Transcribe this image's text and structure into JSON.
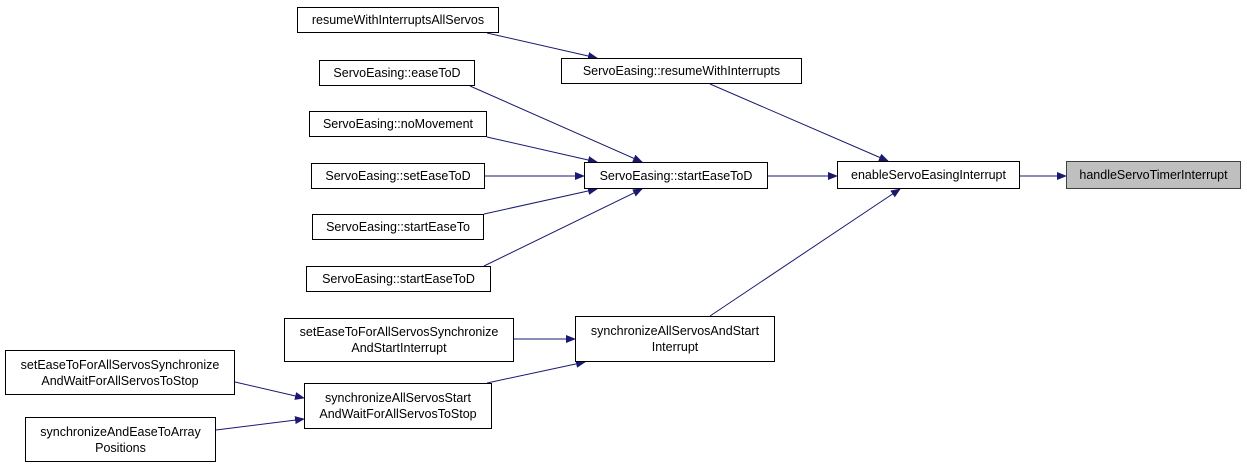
{
  "graph": {
    "edge_color": "#191970",
    "root_fill": "#bfbfbf",
    "nodes": {
      "resume_all": [
        "resumeWithInterruptsAllServos"
      ],
      "resume": [
        "ServoEasing::resumeWithInterrupts"
      ],
      "easeToD": [
        "ServoEasing::easeToD"
      ],
      "noMovement": [
        "ServoEasing::noMovement"
      ],
      "setEaseToD": [
        "ServoEasing::setEaseToD"
      ],
      "startEaseTo": [
        "ServoEasing::startEaseTo"
      ],
      "startEaseToD_caller": [
        "ServoEasing::startEaseToD"
      ],
      "startEaseToD": [
        "ServoEasing::startEaseToD"
      ],
      "enable": [
        "enableServoEasingInterrupt"
      ],
      "handle": [
        "handleServoTimerInterrupt"
      ],
      "setSyncInterrupt": [
        "setEaseToForAllServosSynchronize",
        "AndStartInterrupt"
      ],
      "syncStart": [
        "synchronizeAllServosAndStart",
        "Interrupt"
      ],
      "setSyncWait": [
        "setEaseToForAllServosSynchronize",
        "AndWaitForAllServosToStop"
      ],
      "syncWait": [
        "synchronizeAllServosStart",
        "AndWaitForAllServosToStop"
      ],
      "syncArray": [
        "synchronizeAndEaseToArray",
        "Positions"
      ]
    },
    "edges": [
      [
        "resume_all",
        "resume"
      ],
      [
        "resume",
        "enable"
      ],
      [
        "easeToD",
        "startEaseToD"
      ],
      [
        "noMovement",
        "startEaseToD"
      ],
      [
        "setEaseToD",
        "startEaseToD"
      ],
      [
        "startEaseTo",
        "startEaseToD"
      ],
      [
        "startEaseToD_caller",
        "startEaseToD"
      ],
      [
        "startEaseToD",
        "enable"
      ],
      [
        "syncStart",
        "enable"
      ],
      [
        "enable",
        "handle"
      ],
      [
        "setSyncInterrupt",
        "syncStart"
      ],
      [
        "syncWait",
        "syncStart"
      ],
      [
        "setSyncWait",
        "syncWait"
      ],
      [
        "syncArray",
        "syncWait"
      ]
    ]
  }
}
